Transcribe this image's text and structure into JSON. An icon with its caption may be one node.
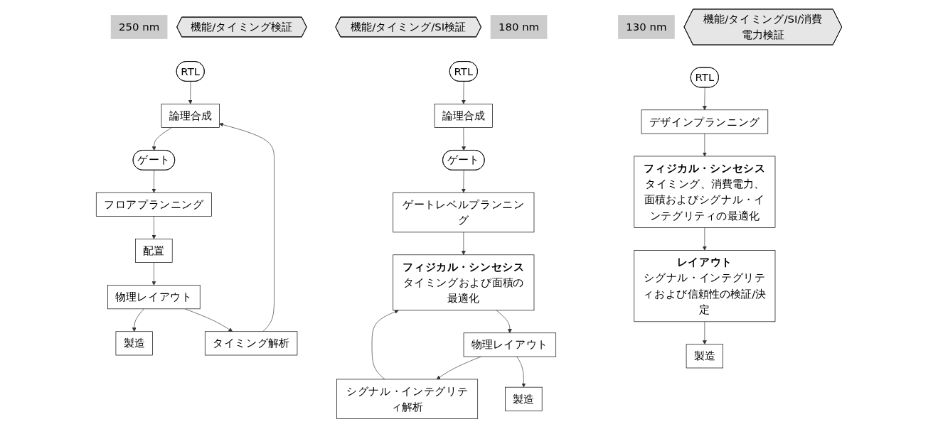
{
  "diagram": {
    "nodes": [
      {
        "text": [
          "250 nm"
        ]
      },
      {
        "text": [
          "機能/タイミング検証"
        ]
      },
      {
        "text": [
          "RTL"
        ]
      },
      {
        "text": [
          "論理合成"
        ]
      },
      {
        "text": [
          "ゲート"
        ]
      },
      {
        "text": [
          "フロアプランニング"
        ]
      },
      {
        "text": [
          "配置"
        ]
      },
      {
        "text": [
          "物理レイアウト"
        ]
      },
      {
        "text": [
          "製造"
        ]
      },
      {
        "text": [
          "タイミング解析"
        ]
      },
      {
        "text": [
          "180 nm"
        ]
      },
      {
        "text": [
          "機能/タイミング/SI検証"
        ]
      },
      {
        "text": [
          "RTL"
        ]
      },
      {
        "text": [
          "論理合成"
        ]
      },
      {
        "text": [
          "ゲート"
        ]
      },
      {
        "text": [
          "ゲートレベルプランニング"
        ]
      },
      {
        "text": [
          "フィジカル・シンセシス",
          "タイミングおよび面積の最適化"
        ]
      },
      {
        "text": [
          "物理レイアウト"
        ]
      },
      {
        "text": [
          "シグナル・インテグリティ解析"
        ]
      },
      {
        "text": [
          "製造"
        ]
      },
      {
        "text": [
          "130 nm"
        ]
      },
      {
        "text": [
          "機能/タイミング/SI/消費電力検証"
        ]
      },
      {
        "text": [
          "RTL"
        ]
      },
      {
        "text": [
          "デザインプランニング"
        ]
      },
      {
        "text": [
          "フィジカル・シンセシス",
          "タイミング、消費電力、面積およびシグナル・インテグリティの最適化"
        ]
      },
      {
        "text": [
          "レイアウト",
          "シグナル・インテグリティおよび信頼性の検証/決定"
        ]
      },
      {
        "text": [
          "製造"
        ]
      }
    ],
    "edges": [
      {
        "from": 2,
        "to": 3,
        "arrow": "to"
      },
      {
        "from": 3,
        "to": 4,
        "arrow": "to"
      },
      {
        "from": 4,
        "to": 5,
        "arrow": "to"
      },
      {
        "from": 5,
        "to": 6,
        "arrow": "to"
      },
      {
        "from": 6,
        "to": 7,
        "arrow": "to"
      },
      {
        "from": 7,
        "to": 8,
        "arrow": "to"
      },
      {
        "from": 7,
        "to": 9,
        "arrow": "to"
      },
      {
        "from": 9,
        "to": 3,
        "arrow": "to"
      },
      {
        "from": 12,
        "to": 13,
        "arrow": "to"
      },
      {
        "from": 13,
        "to": 14,
        "arrow": "to"
      },
      {
        "from": 14,
        "to": 15,
        "arrow": "to"
      },
      {
        "from": 15,
        "to": 16,
        "arrow": "to"
      },
      {
        "from": 16,
        "to": 17,
        "arrow": "to"
      },
      {
        "from": 17,
        "to": 18,
        "arrow": "to"
      },
      {
        "from": 18,
        "to": 16,
        "arrow": "to"
      },
      {
        "from": 17,
        "to": 19,
        "arrow": "to"
      },
      {
        "from": 22,
        "to": 23,
        "arrow": "to"
      },
      {
        "from": 23,
        "to": 24,
        "arrow": "to"
      },
      {
        "from": 24,
        "to": 25,
        "arrow": "to"
      },
      {
        "from": 25,
        "to": 26,
        "arrow": "to"
      }
    ]
  }
}
